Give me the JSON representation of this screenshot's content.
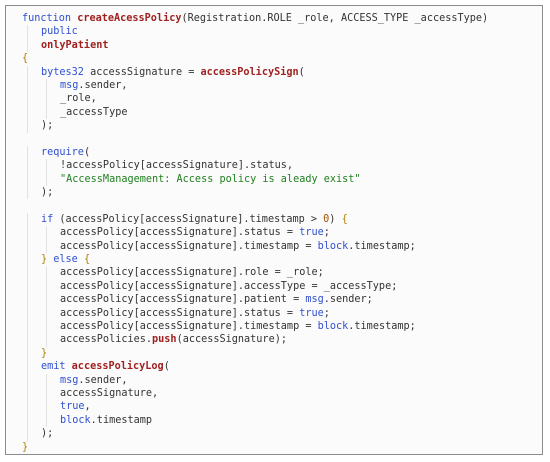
{
  "code_lines": [
    {
      "indent": 0,
      "tokens": [
        {
          "t": "kw",
          "v": "function "
        },
        {
          "t": "fn",
          "v": "createAcessPolicy"
        },
        {
          "t": "id",
          "v": "(Registration.ROLE _role, ACCESS_TYPE _accessType)"
        }
      ]
    },
    {
      "indent": 1,
      "tokens": [
        {
          "t": "kw",
          "v": "public"
        }
      ]
    },
    {
      "indent": 1,
      "tokens": [
        {
          "t": "fn",
          "v": "onlyPatient"
        }
      ]
    },
    {
      "indent": 0,
      "tokens": [
        {
          "t": "br",
          "v": "{"
        }
      ]
    },
    {
      "indent": 1,
      "tokens": [
        {
          "t": "kw",
          "v": "bytes32 "
        },
        {
          "t": "id",
          "v": "accessSignature = "
        },
        {
          "t": "fn",
          "v": "accessPolicySign"
        },
        {
          "t": "id",
          "v": "("
        }
      ]
    },
    {
      "indent": 2,
      "tokens": [
        {
          "t": "kw",
          "v": "msg"
        },
        {
          "t": "id",
          "v": ".sender,"
        }
      ]
    },
    {
      "indent": 2,
      "tokens": [
        {
          "t": "id",
          "v": "_role,"
        }
      ]
    },
    {
      "indent": 2,
      "tokens": [
        {
          "t": "id",
          "v": "_accessType"
        }
      ]
    },
    {
      "indent": 1,
      "tokens": [
        {
          "t": "id",
          "v": ");"
        }
      ]
    },
    {
      "indent": 0,
      "tokens": []
    },
    {
      "indent": 1,
      "tokens": [
        {
          "t": "kw",
          "v": "require"
        },
        {
          "t": "id",
          "v": "("
        }
      ]
    },
    {
      "indent": 2,
      "tokens": [
        {
          "t": "id",
          "v": "!accessPolicy[accessSignature].status,"
        }
      ]
    },
    {
      "indent": 2,
      "tokens": [
        {
          "t": "str",
          "v": "\"AccessManagement: Access policy is aleady exist\""
        }
      ]
    },
    {
      "indent": 1,
      "tokens": [
        {
          "t": "id",
          "v": ");"
        }
      ]
    },
    {
      "indent": 0,
      "tokens": []
    },
    {
      "indent": 1,
      "tokens": [
        {
          "t": "kw",
          "v": "if "
        },
        {
          "t": "id",
          "v": "(accessPolicy[accessSignature].timestamp > "
        },
        {
          "t": "num",
          "v": "0"
        },
        {
          "t": "id",
          "v": ") "
        },
        {
          "t": "br",
          "v": "{"
        }
      ]
    },
    {
      "indent": 2,
      "tokens": [
        {
          "t": "id",
          "v": "accessPolicy[accessSignature].status = "
        },
        {
          "t": "kw",
          "v": "true"
        },
        {
          "t": "id",
          "v": ";"
        }
      ]
    },
    {
      "indent": 2,
      "tokens": [
        {
          "t": "id",
          "v": "accessPolicy[accessSignature].timestamp = "
        },
        {
          "t": "kw",
          "v": "block"
        },
        {
          "t": "id",
          "v": ".timestamp;"
        }
      ]
    },
    {
      "indent": 1,
      "tokens": [
        {
          "t": "br",
          "v": "} "
        },
        {
          "t": "kw",
          "v": "else "
        },
        {
          "t": "br",
          "v": "{"
        }
      ]
    },
    {
      "indent": 2,
      "tokens": [
        {
          "t": "id",
          "v": "accessPolicy[accessSignature].role = _role;"
        }
      ]
    },
    {
      "indent": 2,
      "tokens": [
        {
          "t": "id",
          "v": "accessPolicy[accessSignature].accessType = _accessType;"
        }
      ]
    },
    {
      "indent": 2,
      "tokens": [
        {
          "t": "id",
          "v": "accessPolicy[accessSignature].patient = "
        },
        {
          "t": "kw",
          "v": "msg"
        },
        {
          "t": "id",
          "v": ".sender;"
        }
      ]
    },
    {
      "indent": 2,
      "tokens": [
        {
          "t": "id",
          "v": "accessPolicy[accessSignature].status = "
        },
        {
          "t": "kw",
          "v": "true"
        },
        {
          "t": "id",
          "v": ";"
        }
      ]
    },
    {
      "indent": 2,
      "tokens": [
        {
          "t": "id",
          "v": "accessPolicy[accessSignature].timestamp = "
        },
        {
          "t": "kw",
          "v": "block"
        },
        {
          "t": "id",
          "v": ".timestamp;"
        }
      ]
    },
    {
      "indent": 2,
      "tokens": [
        {
          "t": "id",
          "v": "accessPolicies."
        },
        {
          "t": "fn",
          "v": "push"
        },
        {
          "t": "id",
          "v": "(accessSignature);"
        }
      ]
    },
    {
      "indent": 1,
      "tokens": [
        {
          "t": "br",
          "v": "}"
        }
      ]
    },
    {
      "indent": 1,
      "tokens": [
        {
          "t": "kw",
          "v": "emit "
        },
        {
          "t": "fn",
          "v": "accessPolicyLog"
        },
        {
          "t": "id",
          "v": "("
        }
      ]
    },
    {
      "indent": 2,
      "tokens": [
        {
          "t": "kw",
          "v": "msg"
        },
        {
          "t": "id",
          "v": ".sender,"
        }
      ]
    },
    {
      "indent": 2,
      "tokens": [
        {
          "t": "id",
          "v": "accessSignature,"
        }
      ]
    },
    {
      "indent": 2,
      "tokens": [
        {
          "t": "kw",
          "v": "true"
        },
        {
          "t": "id",
          "v": ","
        }
      ]
    },
    {
      "indent": 2,
      "tokens": [
        {
          "t": "kw",
          "v": "block"
        },
        {
          "t": "id",
          "v": ".timestamp"
        }
      ]
    },
    {
      "indent": 1,
      "tokens": [
        {
          "t": "id",
          "v": ");"
        }
      ]
    },
    {
      "indent": 0,
      "tokens": [
        {
          "t": "br",
          "v": "}"
        }
      ]
    }
  ],
  "colors": {
    "keyword": "#3050d0",
    "function_name": "#a02020",
    "string": "#208020",
    "number": "#a05000",
    "bracket": "#b08000",
    "text": "#333333",
    "border": "#8c8c8c"
  }
}
